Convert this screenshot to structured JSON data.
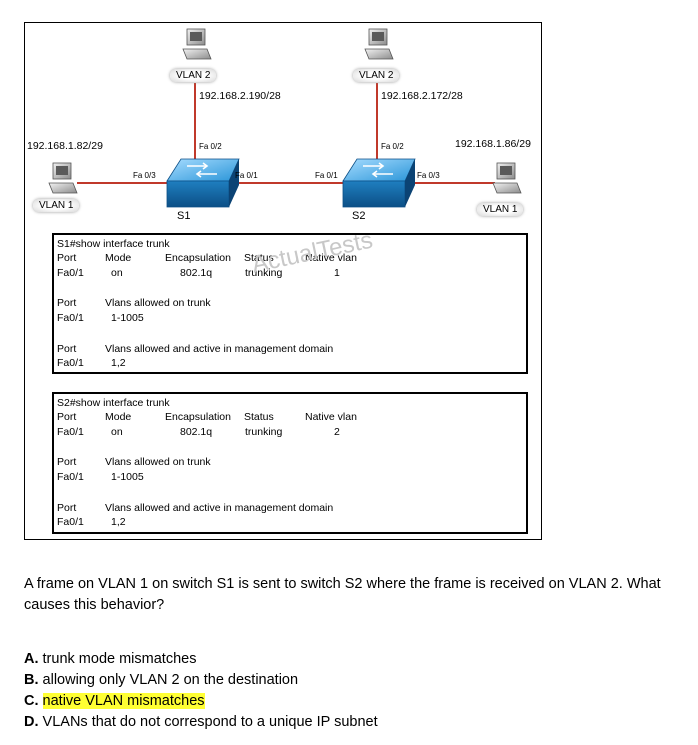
{
  "diagram": {
    "hosts": {
      "top_left": {
        "vlan": "VLAN 2",
        "ip": "192.168.2.190/28",
        "port": "Fa 0/2"
      },
      "top_right": {
        "vlan": "VLAN 2",
        "ip": "192.168.2.172/28",
        "port": "Fa 0/2"
      },
      "left": {
        "vlan": "VLAN 1",
        "ip": "192.168.1.82/29",
        "port": "Fa 0/3"
      },
      "right": {
        "vlan": "VLAN 1",
        "ip": "192.168.1.86/29",
        "port": "Fa 0/3"
      }
    },
    "switches": {
      "s1": {
        "name": "S1",
        "trunk_port": "Fa 0/1"
      },
      "s2": {
        "name": "S2",
        "trunk_port": "Fa 0/1"
      }
    },
    "watermark": "ActualTests",
    "s1_output": {
      "command": "S1#show interface trunk",
      "h1": [
        "Port",
        "Mode",
        "Encapsulation",
        "Status",
        "Native vlan"
      ],
      "r1": [
        "Fa0/1",
        "on",
        "802.1q",
        "trunking",
        "1"
      ],
      "h2": [
        "Port",
        "Vlans allowed on trunk"
      ],
      "r2": [
        "Fa0/1",
        "1-1005"
      ],
      "h3": [
        "Port",
        "Vlans allowed and active in management domain"
      ],
      "r3": [
        "Fa0/1",
        "1,2"
      ]
    },
    "s2_output": {
      "command": "S2#show interface trunk",
      "h1": [
        "Port",
        "Mode",
        "Encapsulation",
        "Status",
        "Native vlan"
      ],
      "r1": [
        "Fa0/1",
        "on",
        "802.1q",
        "trunking",
        "2"
      ],
      "h2": [
        "Port",
        "Vlans allowed on trunk"
      ],
      "r2": [
        "Fa0/1",
        "1-1005"
      ],
      "h3": [
        "Port",
        "Vlans allowed and active in management domain"
      ],
      "r3": [
        "Fa0/1",
        "1,2"
      ]
    }
  },
  "question": "A frame on VLAN 1 on switch S1 is sent to switch S2 where the frame is received on VLAN 2. What causes this behavior?",
  "answers": [
    {
      "letter": "A.",
      "text": "trunk mode mismatches"
    },
    {
      "letter": "B.",
      "text": "allowing only VLAN 2 on the destination"
    },
    {
      "letter": "C.",
      "text": "native VLAN mismatches"
    },
    {
      "letter": "D.",
      "text": "VLANs that do not correspond to a unique IP subnet"
    }
  ],
  "colors": {
    "link": "#c0392b",
    "switch": "#2a95d8",
    "highlight": "#ffff33"
  }
}
